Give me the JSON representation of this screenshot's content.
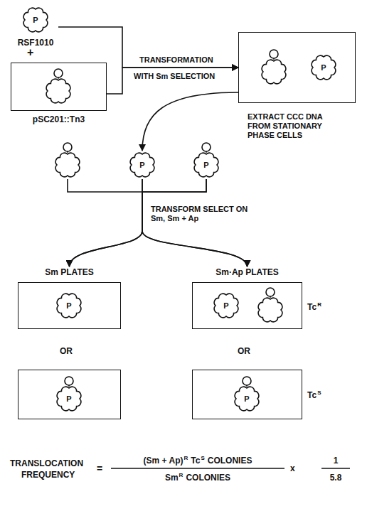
{
  "diagram": {
    "nodes": [
      {
        "text": [
          "P",
          "RSF1010"
        ]
      },
      {
        "text": [
          "pSC201::Tn3"
        ]
      },
      {
        "text": []
      },
      {
        "text": [
          "P"
        ],
        "in": 2
      },
      {
        "text": [
          "P"
        ]
      },
      {
        "text": [
          "P"
        ]
      },
      {
        "text": [
          "Sm PLATES"
        ]
      },
      {
        "text": [
          "P"
        ],
        "in": 6
      },
      {
        "text": []
      },
      {
        "text": [
          "P"
        ],
        "in": 8
      },
      {
        "text": [
          "Sm·Ap PLATES"
        ]
      },
      {
        "text": [
          "P"
        ],
        "in": 10
      },
      {
        "text": []
      },
      {
        "text": [
          "P"
        ],
        "in": 12
      }
    ],
    "edges": [
      {
        "from": 0,
        "to": 2,
        "arrow": "to",
        "label": "TRANSFORMATION"
      },
      {
        "from": 1,
        "to": 2,
        "arrow": "to",
        "label": "WITH Sm SELECTION"
      },
      {
        "from": 2,
        "to": 4,
        "arrow": "to",
        "label": "EXTRACT CCC DNA FROM STATIONARY PHASE CELLS"
      },
      {
        "from": 4,
        "to": 6,
        "arrow": "to",
        "label": "TRANSFORM SELECT ON Sm, Sm + Ap"
      },
      {
        "from": 4,
        "to": 10,
        "arrow": "to"
      },
      {
        "from": 5,
        "to": 6,
        "arrow": "to"
      },
      {
        "from": 5,
        "to": 10,
        "arrow": "to"
      }
    ],
    "labels": [
      "+",
      "OR",
      "OR",
      "Tc",
      "R",
      "Tc",
      "S",
      "TRANSLOCATION",
      "FREQUENCY",
      "=",
      "(Sm + Ap)",
      "R",
      "Tc",
      "S",
      "COLONIES",
      "Sm",
      "R",
      "COLONIES",
      "x",
      "1",
      "5.8"
    ]
  }
}
